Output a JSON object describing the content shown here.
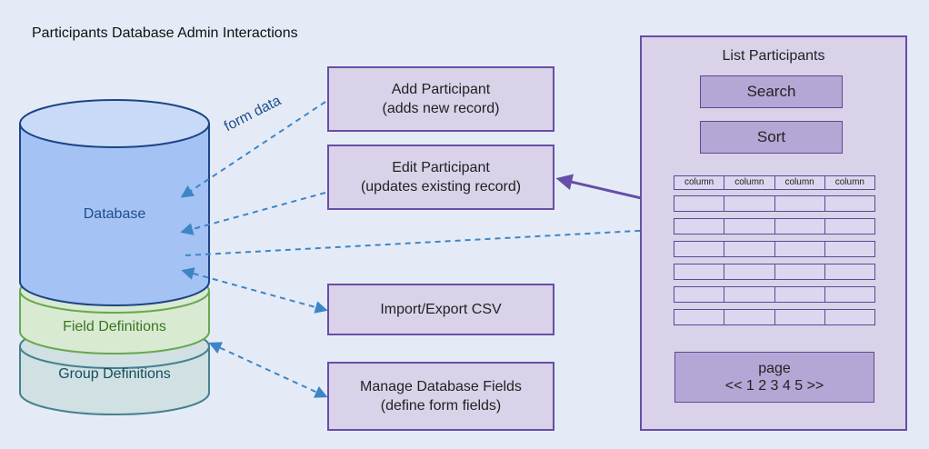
{
  "diagram": {
    "title": "Participants Database Admin Interactions",
    "database": {
      "label": "Database",
      "field_definitions": "Field Definitions",
      "group_definitions": "Group Definitions"
    },
    "edge_label": "form data",
    "actions": [
      {
        "line1": "Add Participant",
        "line2": "(adds new record)"
      },
      {
        "line1": "Edit Participant",
        "line2": "(updates existing record)"
      },
      {
        "line1": "Import/Export CSV",
        "line2": ""
      },
      {
        "line1": "Manage Database Fields",
        "line2": "(define form fields)"
      }
    ],
    "list_panel": {
      "title": "List Participants",
      "search_label": "Search",
      "sort_label": "Sort",
      "columns": [
        "column",
        "column",
        "column",
        "column"
      ],
      "pager_line1": "page",
      "pager_line2": "<< 1 2 3 4 5 >>"
    }
  }
}
